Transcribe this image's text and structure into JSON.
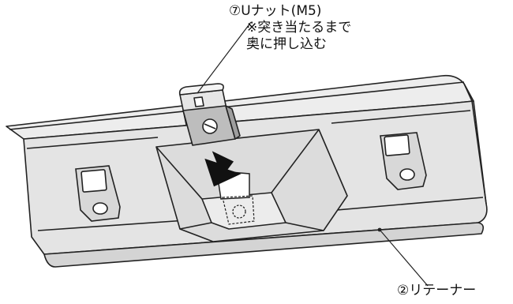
{
  "labels": {
    "nut_line1": "⑦Uナット(M5)",
    "nut_line2": "※突き当たるまで",
    "nut_line3": "奥に押し込む",
    "retainer": "②リテーナー"
  },
  "colors": {
    "panel_fill": "#e6e6e6",
    "panel_shade": "#d2d2d2",
    "outline": "#222222",
    "nut_fill": "#bdbdbd",
    "arrow": "#111111",
    "slot_fill": "#ffffff"
  }
}
